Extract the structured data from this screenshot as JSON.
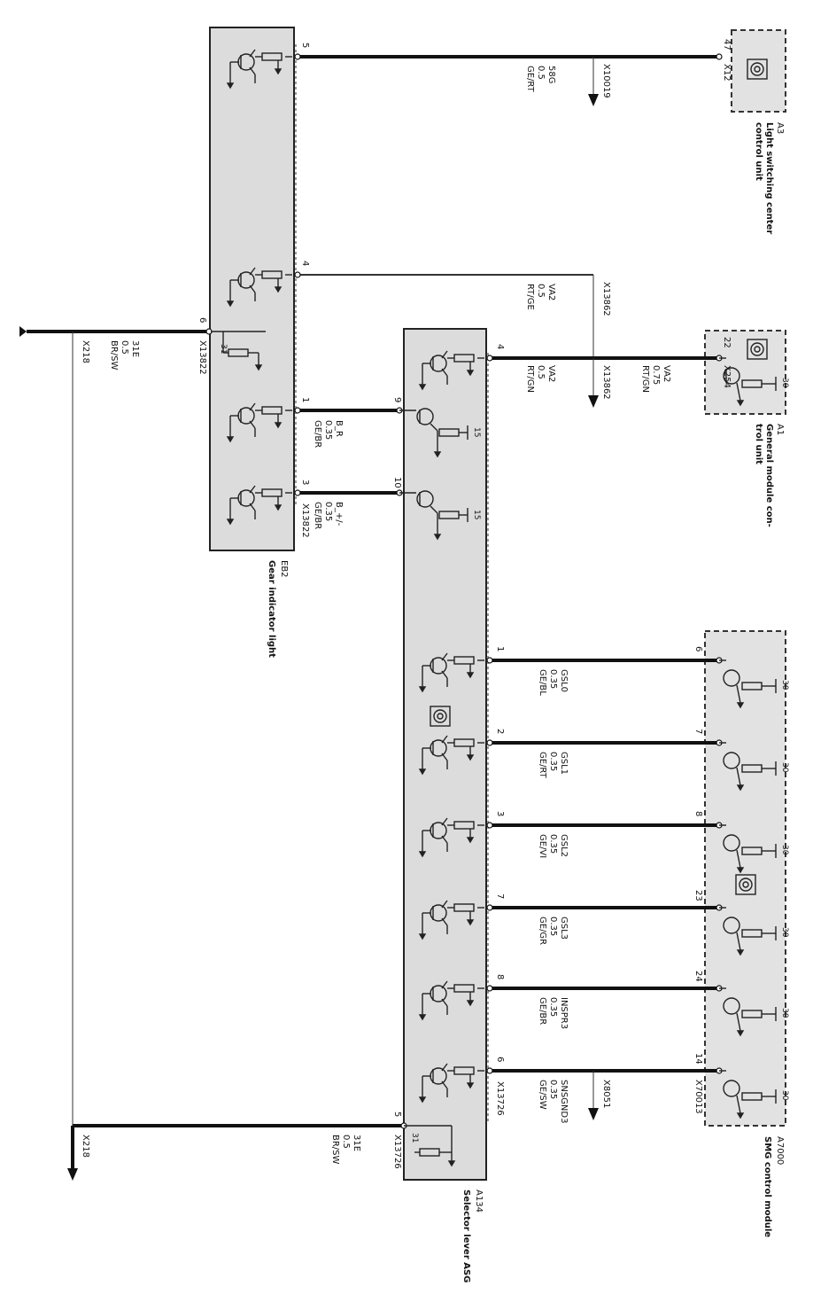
{
  "modules": {
    "a3": {
      "id": "A3",
      "name": [
        "Light switching center",
        "control unit"
      ],
      "connector": "X12",
      "pin": "47"
    },
    "eb2": {
      "id": "EB2",
      "name": "Gear indicator light",
      "connector": "X13822",
      "connector_ground": "X13822",
      "pins": [
        "5",
        "4",
        "6",
        "1",
        "3"
      ],
      "ground_label": "31"
    },
    "a1": {
      "id": "A1",
      "name": [
        "General module con-",
        "trol unit"
      ],
      "connector": "X254",
      "pin": "22",
      "supply": "30"
    },
    "a134": {
      "id": "A134",
      "name": "Selector lever ASG",
      "connector": "X13726",
      "pins_upper": [
        "4",
        "9",
        "10"
      ],
      "pins_lower": [
        "1",
        "2",
        "3",
        "7",
        "8",
        "6",
        "5"
      ],
      "supply": "15",
      "ground_label": "31"
    },
    "a7000": {
      "id": "A7000",
      "name": "SMG control module",
      "connector": "X70013",
      "pins": [
        "6",
        "7",
        "8",
        "23",
        "24",
        "14"
      ],
      "supply": "30"
    }
  },
  "wires": {
    "w58g": {
      "signal": "58G",
      "size": "0.5",
      "color": "GE/RT",
      "connector": "X10019"
    },
    "wva2_eb2": {
      "signal": "VA2",
      "size": "0.5",
      "color": "RT/GE",
      "connector": "X13862"
    },
    "wva2_a134": {
      "signal": "VA2",
      "size": "0.5",
      "color": "RT/GN",
      "connector": "X13862"
    },
    "wva2_a1": {
      "signal": "VA2",
      "size": "0.75",
      "color": "RT/GN"
    },
    "wg_r": {
      "signal": "B_R",
      "size": "0.35",
      "color": "GE/BR"
    },
    "wg_pm": {
      "signal": "B_+/-",
      "size": "0.35",
      "color": "GE/BR"
    },
    "wgsl0": {
      "signal": "GSL0",
      "size": "0.35",
      "color": "GE/BL"
    },
    "wgsl1": {
      "signal": "GSL1",
      "size": "0.35",
      "color": "GE/RT"
    },
    "wgsl2": {
      "signal": "GSL2",
      "size": "0.35",
      "color": "GE/VI"
    },
    "wgsl3": {
      "signal": "GSL3",
      "size": "0.35",
      "color": "GE/GR"
    },
    "winspr": {
      "signal": "INSPR3",
      "size": "0.35",
      "color": "GE/BR"
    },
    "wsns": {
      "signal": "SNSGND3",
      "size": "0.35",
      "color": "GE/SW",
      "connector": "X8051"
    },
    "wgnd_eb2": {
      "signal": "31E",
      "size": "0.5",
      "color": "BR/SW",
      "connector": "X218"
    },
    "wgnd_a134": {
      "signal": "31E",
      "size": "0.5",
      "color": "BR/SW",
      "connector": "X218"
    }
  },
  "icon_names": [
    "control-unit-icon",
    "transistor-icon",
    "resistor-icon",
    "ground-arrow-icon"
  ]
}
